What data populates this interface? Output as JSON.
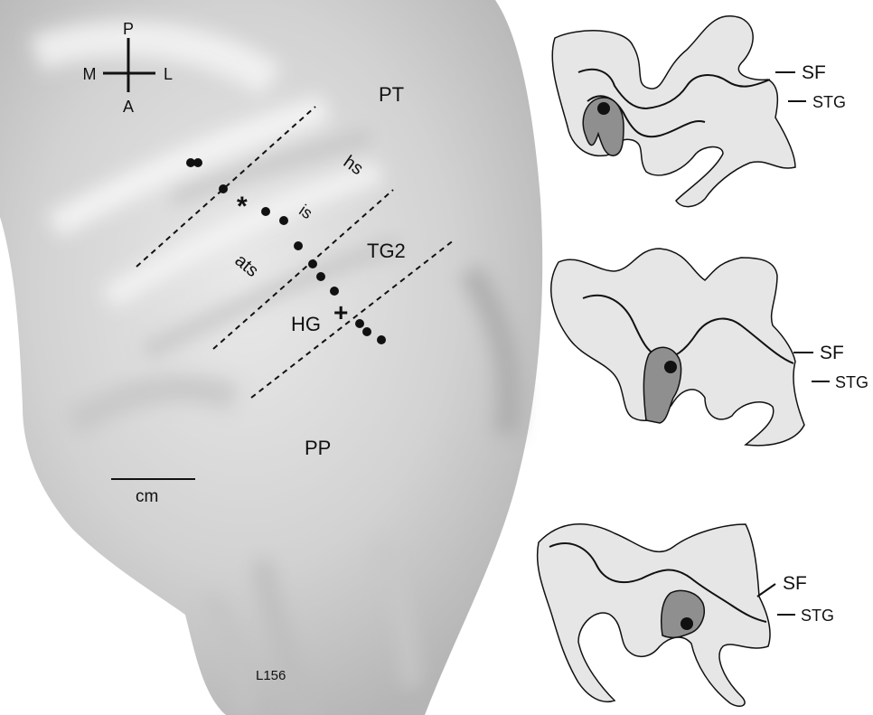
{
  "orientation": {
    "posterior": "P",
    "medial": "M",
    "lateral": "L",
    "anterior": "A"
  },
  "brain_labels": {
    "pt": "PT",
    "hs": "hs",
    "is": "is",
    "tg2": "TG2",
    "ats": "ats",
    "hg": "HG",
    "pp": "PP",
    "scale": "cm",
    "specimen": "L156"
  },
  "markers": {
    "asterisk": "*",
    "cross": "+"
  },
  "sections": [
    {
      "sf": "SF",
      "stg": "STG"
    },
    {
      "sf": "SF",
      "stg": "STG"
    },
    {
      "sf": "SF",
      "stg": "STG"
    }
  ],
  "colors": {
    "background": "#ffffff",
    "brain_base": "#cfcfcf",
    "section_fill": "#e6e6e6",
    "highlight_fill": "#8f8f8f",
    "ink": "#111111"
  }
}
